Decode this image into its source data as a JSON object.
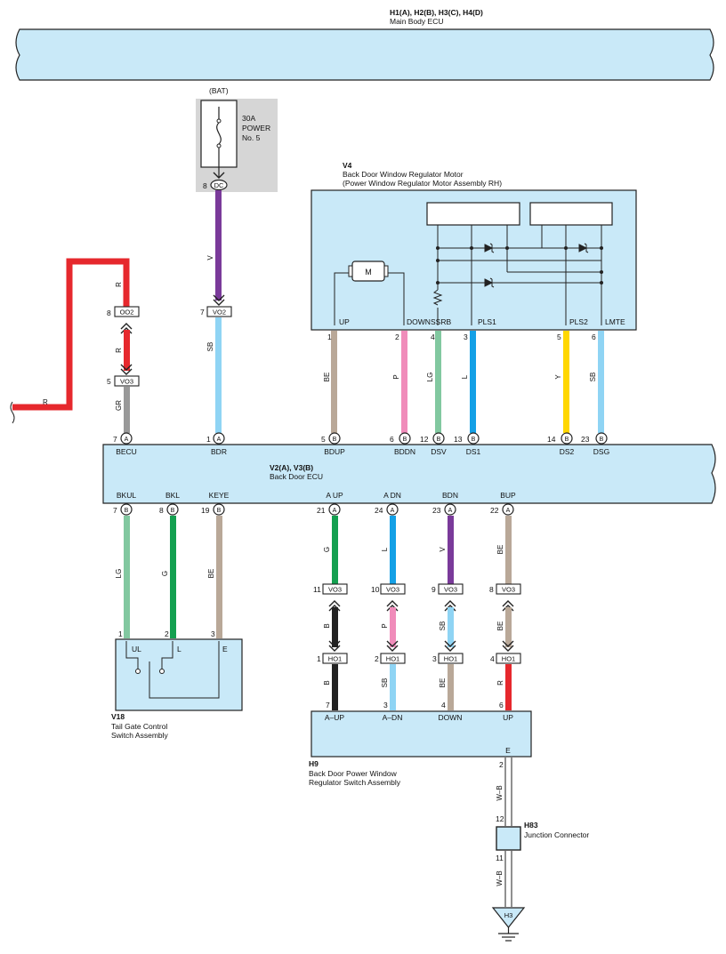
{
  "ecu_main": {
    "connectors": "H1(A), H2(B), H3(C), H4(D)",
    "name": "Main Body ECU"
  },
  "bat": {
    "label": "(BAT)",
    "fuse_lines": [
      "30A",
      "POWER",
      "No. 5"
    ],
    "terminal": "8",
    "code": "DC"
  },
  "motor": {
    "code": "V4",
    "name": "Back Door Window Regulator Motor",
    "subname": "(Power Window Regulator Motor Assembly RH)",
    "motor_glyph": "M",
    "terminals": [
      "UP",
      "DOWN",
      "SSRB",
      "PLS1",
      "PLS2",
      "LMTE"
    ]
  },
  "backdoor_ecu": {
    "code": "V2(A), V3(B)",
    "name": "Back Door ECU",
    "top_terminals": [
      "BECU",
      "BDR",
      "BDUP",
      "BDDN",
      "DSV",
      "DS1",
      "DS2",
      "DSG"
    ],
    "bottom_terminals": [
      "BKUL",
      "BKL",
      "KEYE",
      "A UP",
      "A DN",
      "BDN",
      "BUP"
    ]
  },
  "tailgate_switch": {
    "code": "V18",
    "name_lines": [
      "Tail Gate Control",
      "Switch Assembly"
    ],
    "terminals": [
      "UL",
      "L",
      "E"
    ]
  },
  "regulator_switch": {
    "code": "H9",
    "name_lines": [
      "Back Door Power Window",
      "Regulator Switch Assembly"
    ],
    "terminals": [
      "A–UP",
      "A–DN",
      "DOWN",
      "UP",
      "E"
    ]
  },
  "junction": {
    "code": "H83",
    "name": "Junction Connector"
  },
  "ground": {
    "code": "H3"
  },
  "wires_top": [
    {
      "pin_top": "1",
      "color": "BE",
      "pin_ecu": "5",
      "conn": "B",
      "hex": "#b9a898"
    },
    {
      "pin_top": "2",
      "color": "P",
      "pin_ecu": "6",
      "conn": "B",
      "hex": "#f08cba"
    },
    {
      "pin_top": "4",
      "color": "LG",
      "pin_ecu": "12",
      "conn": "B",
      "hex": "#82c8a0"
    },
    {
      "pin_top": "3",
      "color": "L",
      "pin_ecu": "13",
      "conn": "B",
      "hex": "#14a0e6"
    },
    {
      "pin_top": "5",
      "color": "Y",
      "pin_ecu": "14",
      "conn": "B",
      "hex": "#ffd700"
    },
    {
      "pin_top": "6",
      "color": "SB",
      "pin_ecu": "23",
      "conn": "B",
      "hex": "#8fd4f4"
    }
  ],
  "wire_power": {
    "c1": "V",
    "pin_vo2": "7",
    "vo2": "VO2",
    "c2": "SB",
    "pin_ecu": "1",
    "conn": "A"
  },
  "wire_red": {
    "c1": "R",
    "pin_oo2": "8",
    "oo2": "OO2",
    "c2": "R",
    "pin_vo3": "5",
    "vo3": "VO3",
    "c3": "GR",
    "pin_ecu": "7",
    "conn": "A",
    "left": "R"
  },
  "wires_v18": [
    {
      "pin_ecu": "7",
      "conn": "B",
      "color": "LG",
      "pin_sw": "1",
      "hex": "#82c8a0"
    },
    {
      "pin_ecu": "8",
      "conn": "B",
      "color": "G",
      "pin_sw": "2",
      "hex": "#14a050"
    },
    {
      "pin_ecu": "19",
      "conn": "B",
      "color": "BE",
      "pin_sw": "3",
      "hex": "#b9a898"
    }
  ],
  "wires_h9": [
    {
      "pin_ecu": "21",
      "conn": "A",
      "c1": "G",
      "pin_vo3": "11",
      "vo3": "VO3",
      "c2": "B",
      "pin_ho1": "1",
      "ho1": "HO1",
      "c3": "B",
      "pin_sw": "7",
      "h1": "#14a050",
      "h2": "#222222",
      "h3": "#222222"
    },
    {
      "pin_ecu": "24",
      "conn": "A",
      "c1": "L",
      "pin_vo3": "10",
      "vo3": "VO3",
      "c2": "P",
      "pin_ho1": "2",
      "ho1": "HO1",
      "c3": "SB",
      "pin_sw": "3",
      "h1": "#14a0e6",
      "h2": "#f08cba",
      "h3": "#8fd4f4"
    },
    {
      "pin_ecu": "23",
      "conn": "A",
      "c1": "V",
      "pin_vo3": "9",
      "vo3": "VO3",
      "c2": "SB",
      "pin_ho1": "3",
      "ho1": "HO1",
      "c3": "BE",
      "pin_sw": "4",
      "h1": "#7a3a9a",
      "h2": "#8fd4f4",
      "h3": "#b9a898"
    },
    {
      "pin_ecu": "22",
      "conn": "A",
      "c1": "BE",
      "pin_vo3": "8",
      "vo3": "VO3",
      "c2": "BE",
      "pin_ho1": "4",
      "ho1": "HO1",
      "c3": "R",
      "pin_sw": "6",
      "h1": "#b9a898",
      "h2": "#b9a898",
      "h3": "#e6282d"
    }
  ],
  "ground_wire": {
    "pin1": "2",
    "c1": "W–B",
    "pin2": "12",
    "pin3": "11",
    "c2": "W–B"
  },
  "colors": {
    "body_fill": "#c9e9f8",
    "power_purple": "#7a3a9a",
    "sky": "#8fd4f4",
    "red": "#e6282d",
    "gray": "#999999",
    "bat_box": "#d6d6d6"
  }
}
